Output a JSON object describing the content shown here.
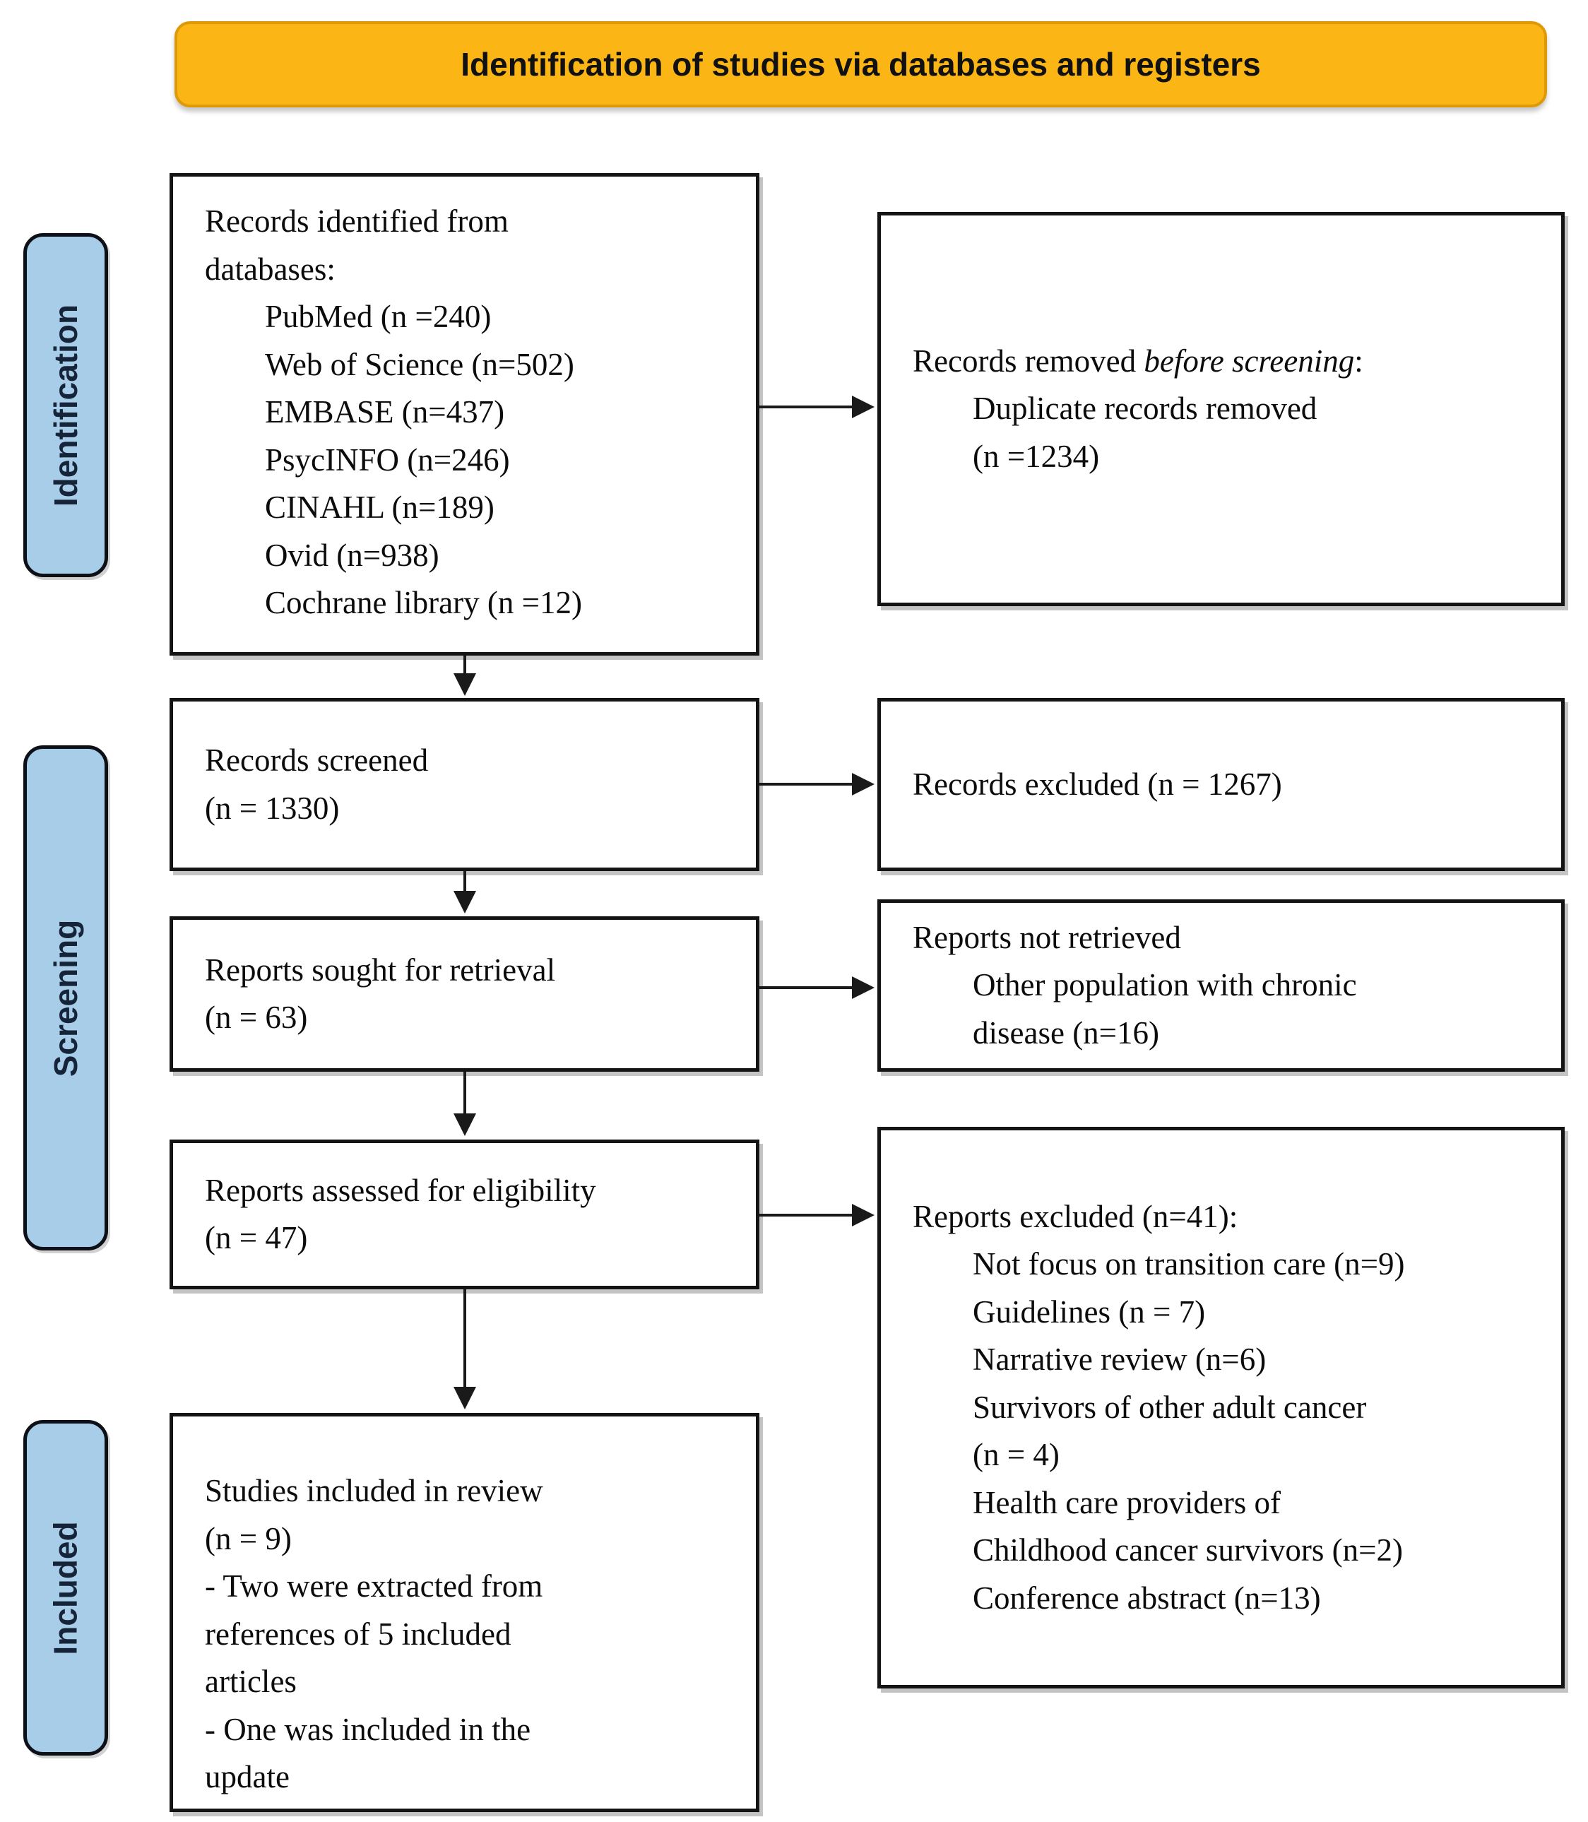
{
  "banner": {
    "title": "Identification of studies via databases and registers"
  },
  "stages": [
    {
      "label": "Identification"
    },
    {
      "label": "Screening"
    },
    {
      "label": "Included"
    }
  ],
  "boxes": {
    "identified": {
      "lines": [
        "Records identified from",
        "databases:"
      ],
      "items": [
        "PubMed (n =240)",
        "Web of Science (n=502)",
        "EMBASE (n=437)",
        "PsycINFO (n=246)",
        "CINAHL (n=189)",
        "Ovid (n=938)",
        "Cochrane library (n =12)"
      ]
    },
    "removed_before_screening": {
      "title_prefix": "Records removed ",
      "title_italic": "before screening",
      "title_suffix": ":",
      "items": [
        "Duplicate records removed",
        "(n =1234)"
      ]
    },
    "screened": {
      "lines": [
        "Records screened",
        "(n = 1330)"
      ]
    },
    "records_excluded": {
      "lines": [
        "Records excluded (n = 1267)"
      ]
    },
    "sought": {
      "lines": [
        "Reports sought for retrieval",
        "(n = 63)"
      ]
    },
    "not_retrieved": {
      "title": "Reports not retrieved",
      "items": [
        "Other population with chronic",
        "disease (n=16)"
      ]
    },
    "assessed": {
      "lines": [
        "Reports assessed for eligibility",
        "(n = 47)"
      ]
    },
    "reports_excluded": {
      "title": "Reports excluded (n=41):",
      "items": [
        "Not focus on transition care (n=9)",
        "Guidelines (n = 7)",
        "Narrative review (n=6)",
        "Survivors of other adult cancer",
        "(n = 4)",
        "Health care providers of",
        "Childhood cancer survivors (n=2)",
        "Conference abstract (n=13)"
      ]
    },
    "included_in_review": {
      "lines": [
        "Studies included in review",
        "(n = 9)",
        "- Two were extracted from",
        "references of 5 included",
        "articles",
        "- One was included in the",
        "update"
      ]
    }
  },
  "colors": {
    "banner_fill": "#FBB615",
    "banner_border": "#DD9A06",
    "stage_fill": "#A7CDE8",
    "stage_text": "#16243A",
    "box_border": "#141414",
    "arrow": "#1A1A1A"
  }
}
